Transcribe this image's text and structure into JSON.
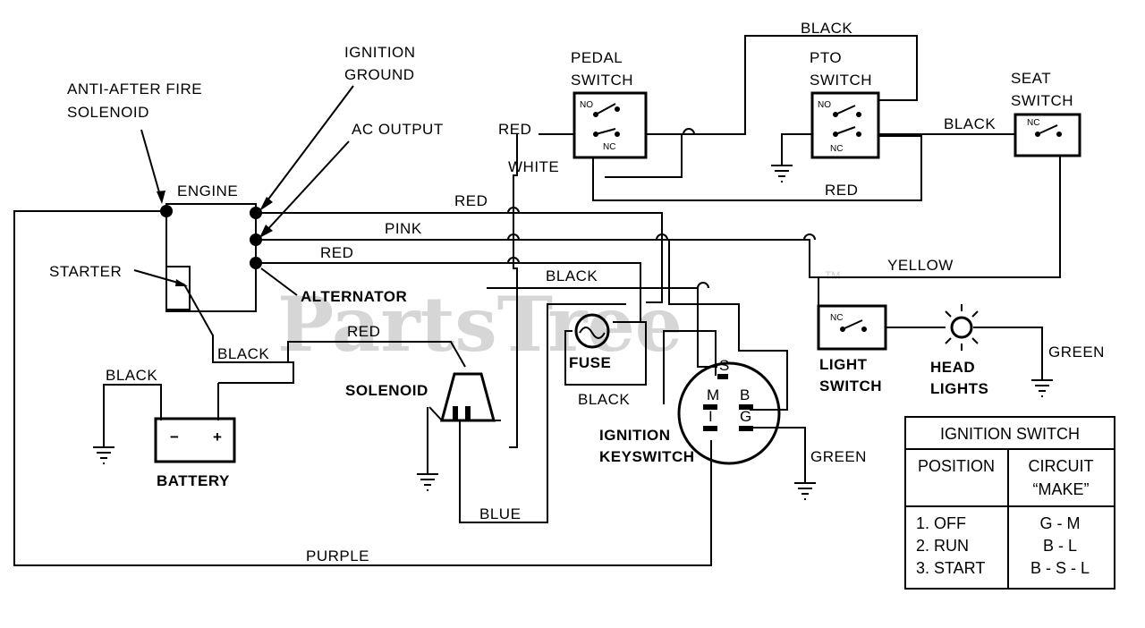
{
  "watermark": {
    "text": "PartsTree",
    "tm": "TM"
  },
  "components": {
    "anti_after_fire_solenoid": [
      "ANTI-AFTER FIRE",
      "SOLENOID"
    ],
    "ignition_ground": [
      "IGNITION",
      "GROUND"
    ],
    "ac_output": "AC OUTPUT",
    "engine": "ENGINE",
    "starter": "STARTER",
    "alternator": "ALTERNATOR",
    "battery": "BATTERY",
    "battery_minus": "−",
    "battery_plus": "+",
    "solenoid": "SOLENOID",
    "fuse": "FUSE",
    "pedal_switch": [
      "PEDAL",
      "SWITCH"
    ],
    "pto_switch": [
      "PTO",
      "SWITCH"
    ],
    "seat_switch": [
      "SEAT",
      "SWITCH"
    ],
    "light_switch": [
      "LIGHT",
      "SWITCH"
    ],
    "head_lights": [
      "HEAD",
      "LIGHTS"
    ],
    "ignition_keyswitch": [
      "IGNITION",
      "KEYSWITCH"
    ],
    "contacts": {
      "no": "NO",
      "nc": "NC"
    },
    "keyswitch_terminals": {
      "s": "S",
      "m": "M",
      "b": "B",
      "i": "I",
      "g": "G"
    }
  },
  "wires": {
    "black_top": "BLACK",
    "red_pedal": "RED",
    "black_seat": "BLACK",
    "white": "WHITE",
    "red_pto": "RED",
    "red_main": "RED",
    "pink": "PINK",
    "red_alt": "RED",
    "yellow": "YELLOW",
    "black_mid": "BLACK",
    "red_solenoid": "RED",
    "black_starter": "BLACK",
    "black_battery": "BLACK",
    "black_fuse": "BLACK",
    "green_lights": "GREEN",
    "green_key": "GREEN",
    "blue": "BLUE",
    "purple": "PURPLE"
  },
  "ignition_table": {
    "title": "IGNITION SWITCH",
    "headers": [
      "POSITION",
      [
        "CIRCUIT",
        "“MAKE”"
      ]
    ],
    "rows": [
      {
        "position": "1. OFF",
        "circuit": "G - M"
      },
      {
        "position": "2. RUN",
        "circuit": "B - L"
      },
      {
        "position": "3. START",
        "circuit": "B - S - L"
      }
    ]
  }
}
